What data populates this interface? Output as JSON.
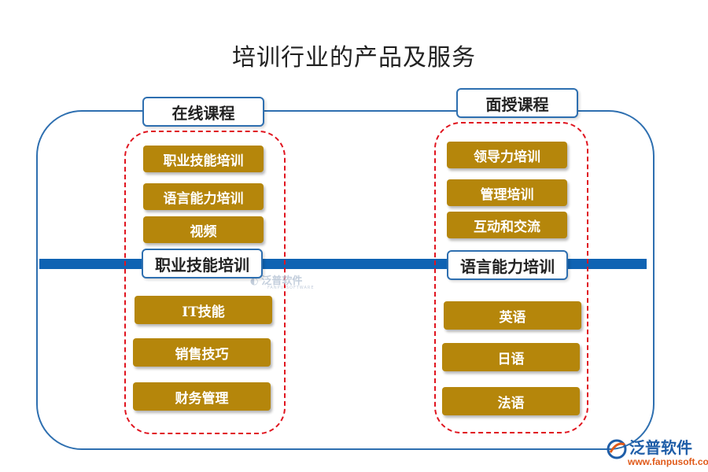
{
  "title": "培训行业的产品及服务",
  "left": {
    "top_header": "在线课程",
    "top_items": [
      "职业技能培训",
      "语言能力培训",
      "视频"
    ],
    "bottom_header": "职业技能培训",
    "bottom_items": [
      "IT技能",
      "销售技巧",
      "财务管理"
    ]
  },
  "right": {
    "top_header": "面授课程",
    "top_items": [
      "领导力培训",
      "管理培训",
      "互动和交流"
    ],
    "bottom_header": "语言能力培训",
    "bottom_items": [
      "英语",
      "日语",
      "法语"
    ]
  },
  "watermark": {
    "brand": "泛普软件",
    "tag": "FANPU SOFTWARE"
  },
  "logo": {
    "brand": "泛普软件",
    "url": "www.fanpusoft.com"
  },
  "colors": {
    "item_fill": "#b5860b",
    "frame_blue": "#2e6fb0",
    "band_blue": "#0f63b3",
    "dash_red": "#e0141f"
  }
}
